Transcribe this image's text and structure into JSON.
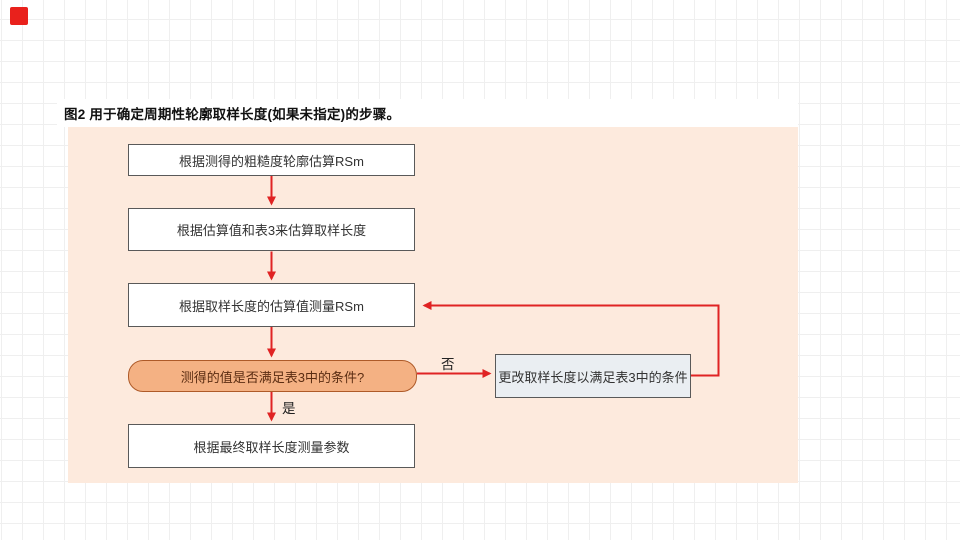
{
  "figure": {
    "caption": "图2 用于确定周期性轮廓取样长度(如果未指定)的步骤。"
  },
  "flowchart": {
    "nodes": [
      {
        "id": "estimate-rsm",
        "type": "process",
        "label": "根据测得的粗糙度轮廓估算RSm"
      },
      {
        "id": "estimate-sampling-length",
        "type": "process",
        "label": "根据估算值和表3来估算取样长度"
      },
      {
        "id": "measure-rsm",
        "type": "process",
        "label": "根据取样长度的估算值测量RSm"
      },
      {
        "id": "check-table3-condition",
        "type": "decision",
        "label": "测得的值是否满足表3中的条件?"
      },
      {
        "id": "adjust-sampling-length",
        "type": "process",
        "label": "更改取样长度以满足表3中的条件"
      },
      {
        "id": "measure-parameters",
        "type": "process",
        "label": "根据最终取样长度测量参数"
      }
    ],
    "edge_labels": {
      "no": "否",
      "yes": "是"
    },
    "colors": {
      "connector": "#e02323",
      "panel_background": "#fdeadd",
      "process_fill": "#ffffff",
      "process_border": "#595959",
      "decision_fill": "#f4b183",
      "decision_border": "#ae5a28",
      "adjust_fill": "#eaeef2",
      "grid_line": "#efefef",
      "corner_marker": "#e9211c"
    }
  }
}
